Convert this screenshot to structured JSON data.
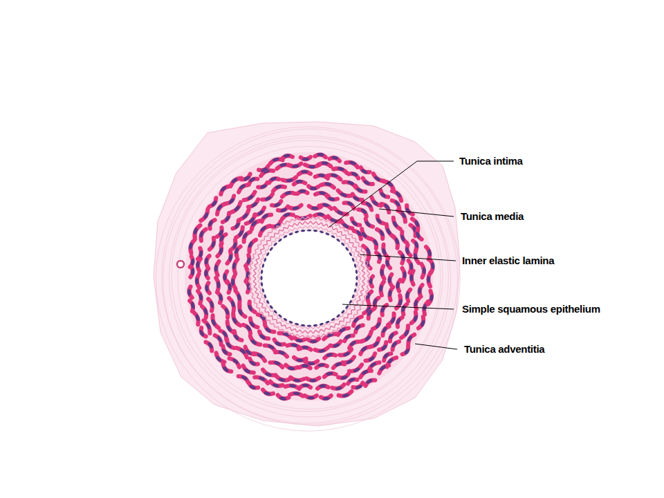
{
  "diagram": {
    "labels": [
      "Tunica intima",
      "Tunica media",
      "Inner elastic lamina",
      "Simple squamous epithelium",
      "Tunica adventitia"
    ]
  }
}
